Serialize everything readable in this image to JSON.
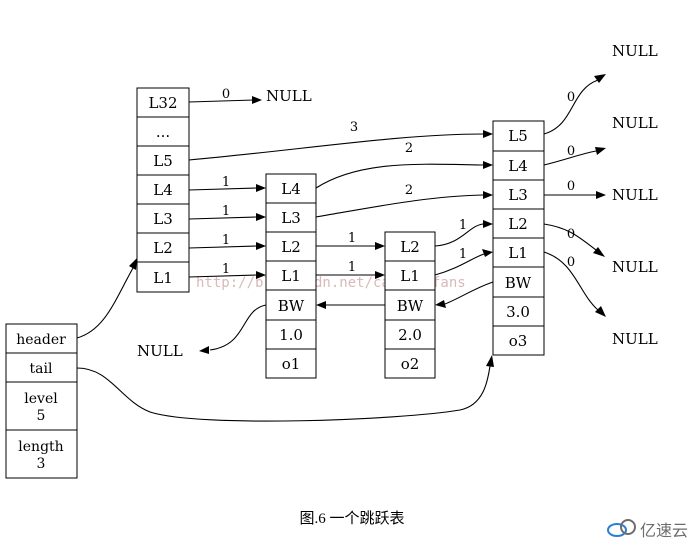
{
  "list": {
    "header": "header",
    "tail": "tail",
    "level_label": "level",
    "level_value": "5",
    "length_label": "length",
    "length_value": "3"
  },
  "header_node": {
    "levels": [
      "L32",
      "...",
      "L5",
      "L4",
      "L3",
      "L2",
      "L1"
    ]
  },
  "o1": {
    "levels": [
      "L4",
      "L3",
      "L2",
      "L1"
    ],
    "backward": "BW",
    "score": "1.0",
    "obj": "o1"
  },
  "o2": {
    "levels": [
      "L2",
      "L1"
    ],
    "backward": "BW",
    "score": "2.0",
    "obj": "o2"
  },
  "o3": {
    "levels": [
      "L5",
      "L4",
      "L3",
      "L2",
      "L1"
    ],
    "backward": "BW",
    "score": "3.0",
    "obj": "o3"
  },
  "null_label": "NULL",
  "edge_labels": {
    "h_l32": "0",
    "h_l5": "3",
    "h_l4": "1",
    "h_l3": "1",
    "h_l2": "1",
    "h_l1": "1",
    "o1_l4": "2",
    "o1_l3": "2",
    "o1_l2": "1",
    "o1_l1": "1",
    "o2_l2": "1",
    "o2_l1": "1",
    "o3_l5": "0",
    "o3_l4": "0",
    "o3_l3": "0",
    "o3_l2": "0",
    "o3_l1": "0"
  },
  "caption": "图.6 一个跳跃表",
  "watermark": "http://blog.csdn.net/caishenfans",
  "brand": "亿速云",
  "colors": {
    "watermark": "#d9b9b9",
    "brand_blue": "#2a7fd4",
    "brand_gray": "#6d6d6d"
  }
}
